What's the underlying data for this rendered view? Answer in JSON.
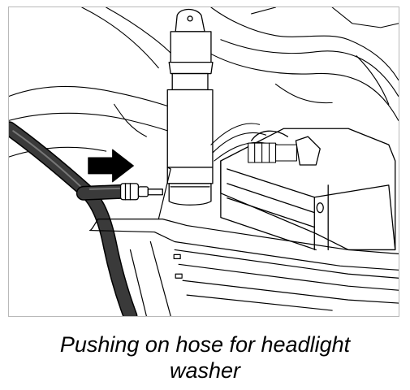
{
  "figure": {
    "illustration": "line-drawing",
    "caption_line1": "Pushing on hose for headlight",
    "caption_line2": "washer"
  },
  "icons": {
    "direction_arrow": "push-arrow-icon"
  },
  "colors": {
    "line": "#000000",
    "hose": "#2b2b2b",
    "fill": "#ffffff"
  }
}
